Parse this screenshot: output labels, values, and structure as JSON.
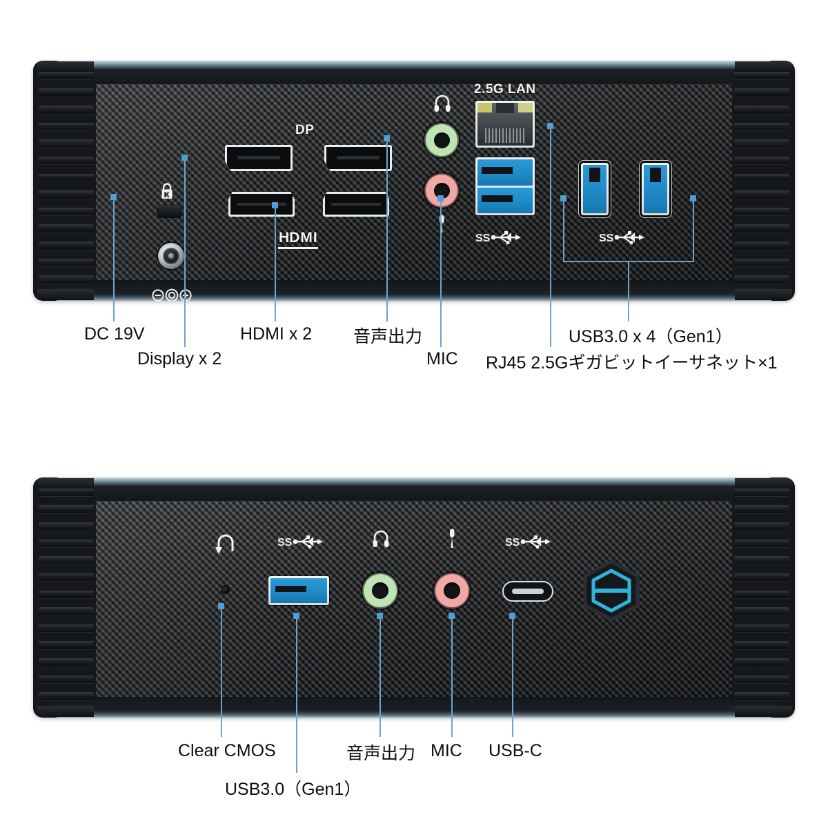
{
  "document": {
    "type": "product-io-diagram",
    "background_color": "#ffffff",
    "accent_color": "#4f9ed4",
    "leader_color": "#6ba4cf"
  },
  "rear_panel": {
    "name": "rear-io-panel",
    "silkscreen": {
      "dp": "DP",
      "hdmi": "HDMI",
      "lan": "2.5G LAN",
      "usb_left": "SS",
      "usb_right": "SS"
    },
    "ports": [
      {
        "id": "kensington-lock",
        "label_icon": "lock-icon"
      },
      {
        "id": "dc-jack",
        "label_icon": "dc-polarity-icon"
      },
      {
        "id": "displayport-1",
        "label_icon": "displayport-icon"
      },
      {
        "id": "displayport-2",
        "label_icon": "displayport-icon"
      },
      {
        "id": "hdmi-1",
        "label_icon": "hdmi-icon"
      },
      {
        "id": "hdmi-2",
        "label_icon": "hdmi-icon"
      },
      {
        "id": "audio-out-jack",
        "color": "#bfe3b4",
        "label_icon": "headphone-icon"
      },
      {
        "id": "mic-in-jack",
        "color": "#f2a7a7",
        "label_icon": "microphone-icon"
      },
      {
        "id": "rj45-lan",
        "label_icon": "ethernet-icon"
      },
      {
        "id": "usb3-stacked",
        "label_icon": "usb-superspeed-icon"
      },
      {
        "id": "usb3-vertical-1",
        "label_icon": "usb-superspeed-icon"
      },
      {
        "id": "usb3-vertical-2",
        "label_icon": "usb-superspeed-icon"
      }
    ],
    "callouts": [
      {
        "id": "dc-19v",
        "text": "DC 19V"
      },
      {
        "id": "display-x2",
        "text": "Display x 2"
      },
      {
        "id": "hdmi-x2",
        "text": "HDMI x 2"
      },
      {
        "id": "audio-out",
        "text": "音声出力"
      },
      {
        "id": "mic",
        "text": "MIC"
      },
      {
        "id": "rj45-lan",
        "text": "RJ45 2.5Gギガビットイーサネット×1"
      },
      {
        "id": "usb30-x4",
        "text": "USB3.0 x 4（Gen1）"
      }
    ]
  },
  "front_panel": {
    "name": "front-io-panel",
    "silkscreen": {
      "clear_cmos": "reset-arrow-icon",
      "usb_left": "SS",
      "headphone": "headphone-icon",
      "mic": "microphone-icon",
      "usb_right": "SS"
    },
    "ports": [
      {
        "id": "clear-cmos-pinhole",
        "label_icon": "reset-arrow-icon"
      },
      {
        "id": "usb3-type-a",
        "label_icon": "usb-superspeed-icon"
      },
      {
        "id": "audio-out-jack",
        "color": "#bfe3b4",
        "label_icon": "headphone-icon"
      },
      {
        "id": "mic-in-jack",
        "color": "#f2a7a7",
        "label_icon": "microphone-icon"
      },
      {
        "id": "usb-c-port",
        "label_icon": "usb-c-icon"
      },
      {
        "id": "power-button",
        "color": "#2fb3d9",
        "label_icon": "power-button-icon"
      }
    ],
    "callouts": [
      {
        "id": "clear-cmos",
        "text": "Clear CMOS"
      },
      {
        "id": "usb30-gen1",
        "text": "USB3.0（Gen1）"
      },
      {
        "id": "audio-out",
        "text": "音声出力"
      },
      {
        "id": "mic",
        "text": "MIC"
      },
      {
        "id": "usb-c",
        "text": "USB-C"
      }
    ]
  }
}
